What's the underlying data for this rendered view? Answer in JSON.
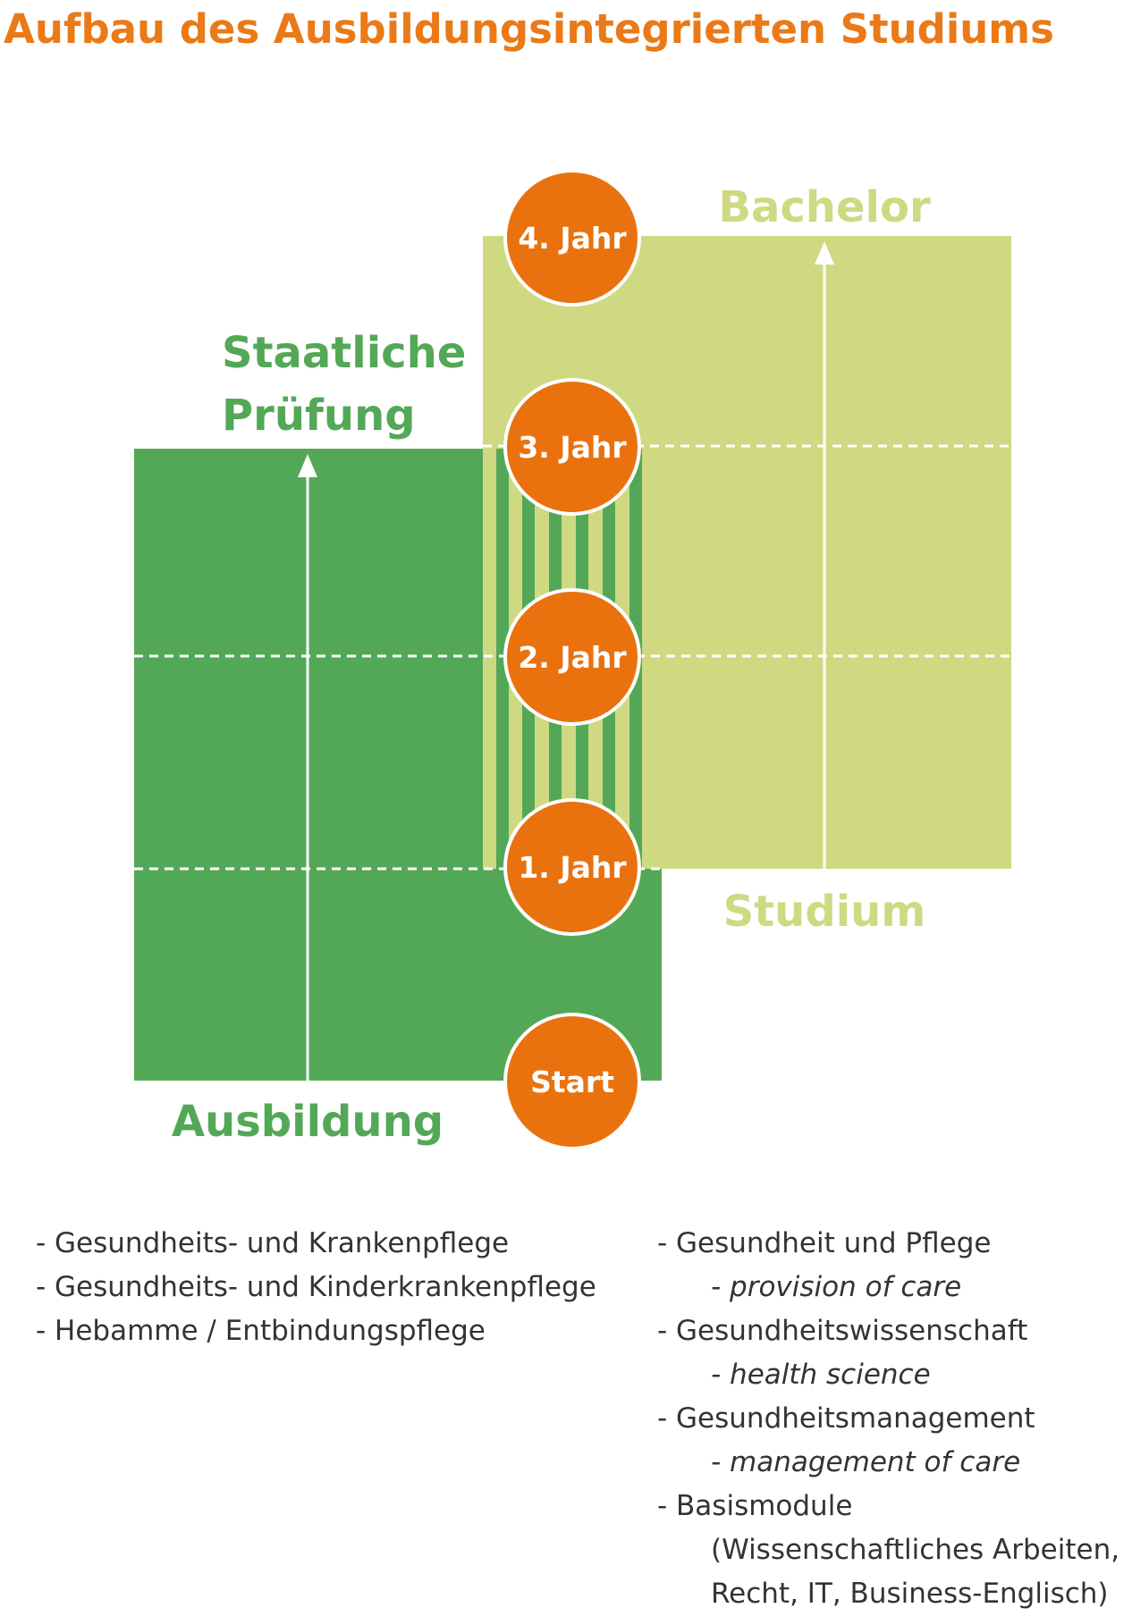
{
  "title": "Aufbau des Ausbildungsintegrierten Studiums",
  "labels": {
    "bachelor": "Bachelor",
    "studium": "Studium",
    "pruefung_line1": "Staatliche",
    "pruefung_line2": "Prüfung",
    "ausbildung": "Ausbildung"
  },
  "years": {
    "y4": "4. Jahr",
    "y3": "3. Jahr",
    "y2": "2. Jahr",
    "y1": "1. Jahr",
    "start": "Start"
  },
  "colors": {
    "title": "#ea7a17",
    "dark_green": "#53a857",
    "light_green": "#cfd982",
    "orange": "#e9720f",
    "text": "#333333"
  },
  "ausbildung_list": [
    "- Gesundheits- und Krankenpflege",
    "- Gesundheits- und Kinderkrankenpflege",
    "- Hebamme / Entbindungspflege"
  ],
  "studium_list": {
    "item1": "- Gesundheit und Pflege",
    "item1_sub": "- provision of care",
    "item2": "- Gesundheitswissenschaft",
    "item2_sub": "- health science",
    "item3": "- Gesundheitsmanagement",
    "item3_sub": "- management of care",
    "item4": "- Basismodule",
    "item4_sub1": "(Wissenschaftliches Arbeiten,",
    "item4_sub2": "Recht, IT, Business-Englisch)"
  }
}
